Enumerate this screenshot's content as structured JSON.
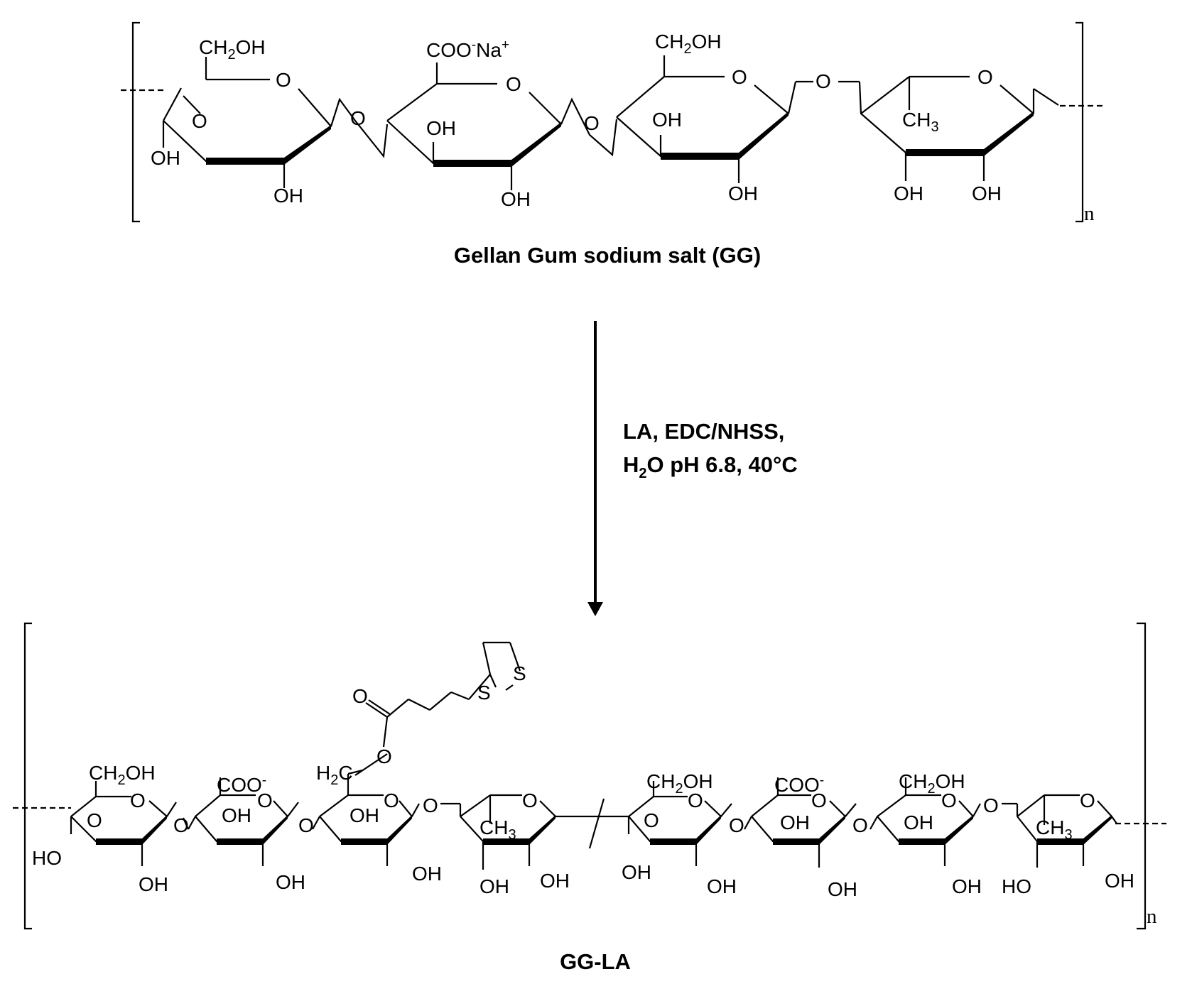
{
  "top": {
    "caption": "Gellan Gum sodium salt (GG)",
    "repeat": "n",
    "units": [
      {
        "sub": "CH",
        "sub_n": "2",
        "sub_tail": "OH",
        "oh": [
          "OH",
          "OH"
        ]
      },
      {
        "sub": "COO",
        "sub_sup": "-",
        "sub_tail": "Na",
        "sub_tail_sup": "+",
        "oh": [
          "OH",
          "OH"
        ]
      },
      {
        "sub": "CH",
        "sub_n": "2",
        "sub_tail": "OH",
        "oh": [
          "OH",
          "OH"
        ]
      },
      {
        "methyl": "CH",
        "methyl_n": "3",
        "oh": [
          "OH",
          "OH"
        ]
      }
    ],
    "ring_o": "O",
    "link_o": "O"
  },
  "arrow": {
    "line1": "LA, EDC/NHSS,",
    "line2_a": "H",
    "line2_sub": "2",
    "line2_b": "O pH 6.8, 40°C"
  },
  "bottom": {
    "caption": "GG-LA",
    "repeat": "n",
    "ring_o": "O",
    "link_o": "O",
    "sulfur": "S",
    "carbonyl_o": "O",
    "ester_o": "O",
    "h2c": {
      "a": "H",
      "n": "2",
      "b": "C"
    },
    "ch2oh": {
      "a": "CH",
      "n": "2",
      "b": "OH"
    },
    "coo": {
      "a": "COO",
      "sup": "-"
    },
    "ch3": {
      "a": "CH",
      "n": "3"
    },
    "oh": "OH",
    "ho": "HO"
  }
}
